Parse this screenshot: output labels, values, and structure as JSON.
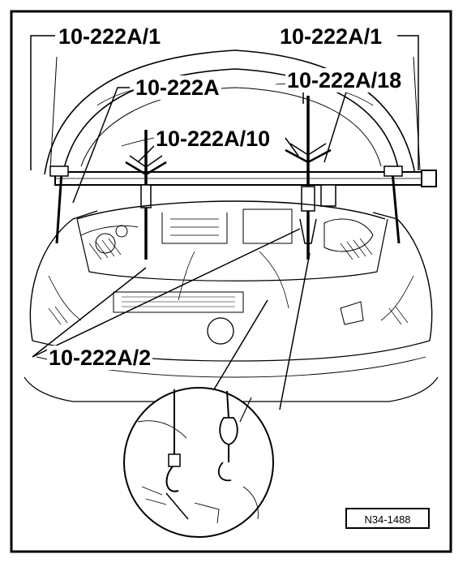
{
  "labels": {
    "left_top": "10-222A/1",
    "right_top": "10-222A/1",
    "center": "10-222A",
    "right_mid": "10-222A/18",
    "center_mid": "10-222A/10",
    "bottom_left": "10-222A/2"
  },
  "reference": "N34-1488",
  "colors": {
    "ink": "#000000",
    "paper": "#ffffff"
  }
}
